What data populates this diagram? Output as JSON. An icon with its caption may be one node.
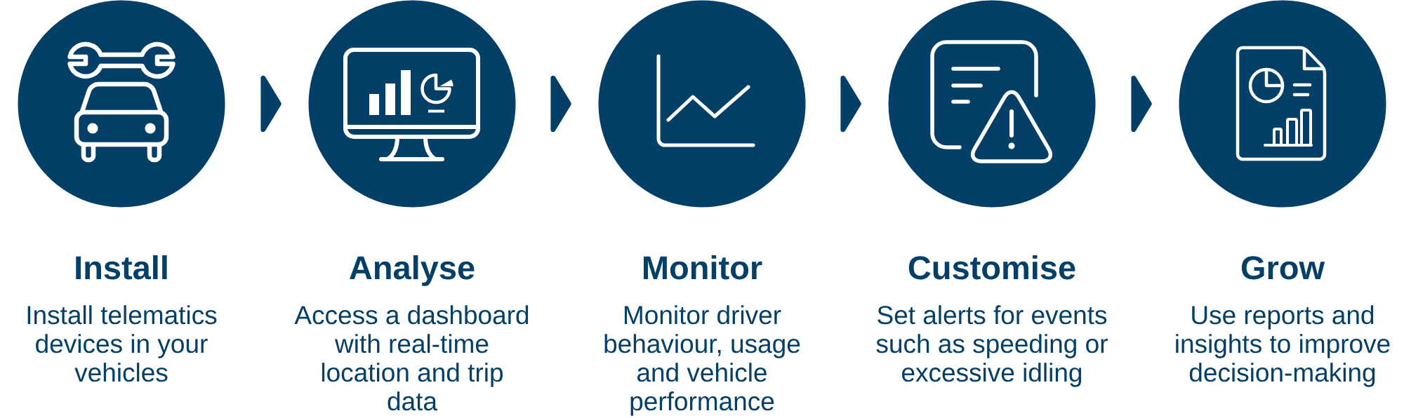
{
  "diagram": {
    "nodes": [
      {
        "text": [],
        "shape": "circle",
        "beside": [
          "Install",
          "Install telematics devices in your vehicles"
        ]
      },
      {
        "text": [],
        "shape": "circle",
        "beside": [
          "Analyse",
          "Access a dashboard with real-time location and trip data"
        ]
      },
      {
        "text": [],
        "shape": "circle",
        "beside": [
          "Monitor",
          "Monitor driver behaviour, usage and vehicle performance"
        ]
      },
      {
        "text": [],
        "shape": "circle",
        "beside": [
          "Customise",
          "Set alerts for events such as speeding or excessive idling"
        ]
      },
      {
        "text": [],
        "shape": "circle",
        "beside": [
          "Grow",
          "Use reports and insights to improve decision-making"
        ]
      }
    ],
    "edges": [
      {
        "from": 0,
        "to": 1,
        "arrow": "to"
      },
      {
        "from": 1,
        "to": 2,
        "arrow": "to"
      },
      {
        "from": 2,
        "to": 3,
        "arrow": "to"
      },
      {
        "from": 3,
        "to": 4,
        "arrow": "to"
      }
    ]
  }
}
